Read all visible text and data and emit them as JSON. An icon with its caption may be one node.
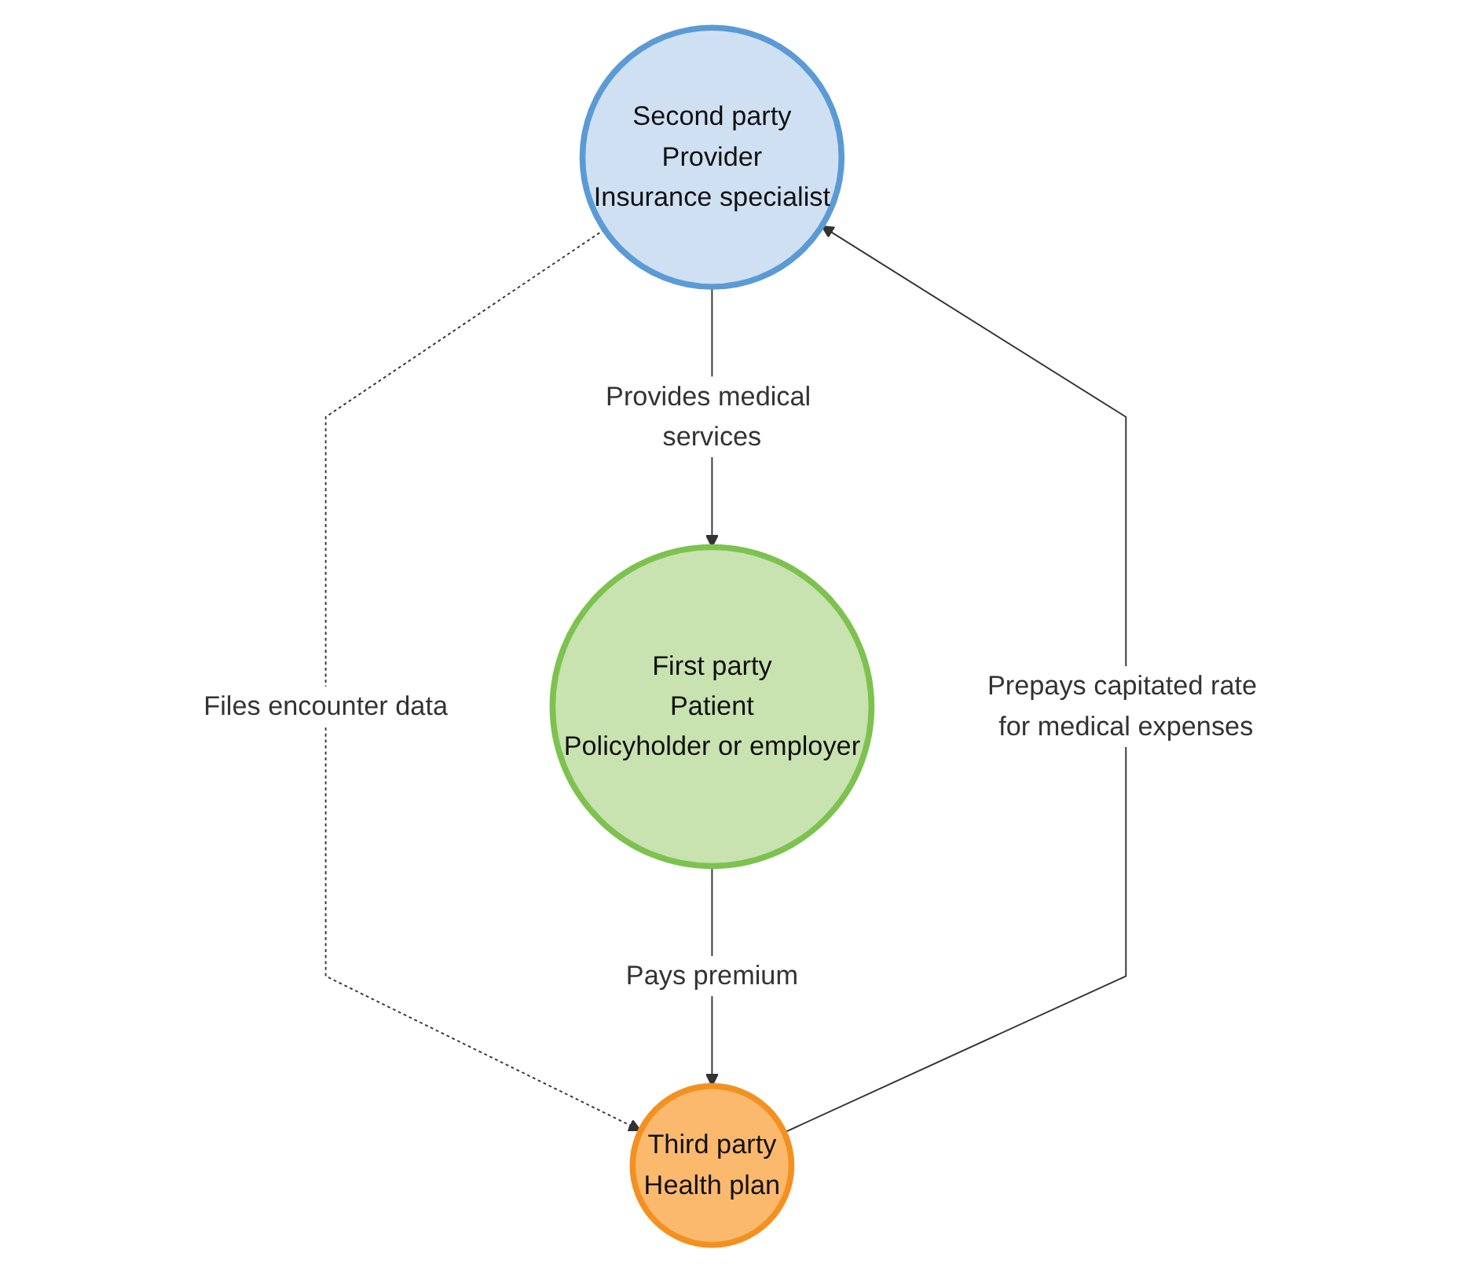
{
  "diagram": {
    "nodes": [
      {
        "text": [
          "Second party",
          "Provider",
          "Insurance specialist"
        ]
      },
      {
        "text": [
          "First party",
          "Patient",
          "Policyholder or employer"
        ]
      },
      {
        "text": [
          "Third party",
          "Health plan"
        ]
      }
    ],
    "edges": [
      {
        "from": 0,
        "to": 1,
        "arrow": "to",
        "label": "Provides medical services"
      },
      {
        "from": 0,
        "to": 2,
        "arrow": "to",
        "label": "Files encounter data",
        "style": "dashed"
      },
      {
        "from": 1,
        "to": 2,
        "arrow": "to",
        "label": "Pays premium"
      },
      {
        "from": 2,
        "to": 0,
        "arrow": "to",
        "label": "Prepays capitated rate for medical expenses"
      }
    ]
  }
}
